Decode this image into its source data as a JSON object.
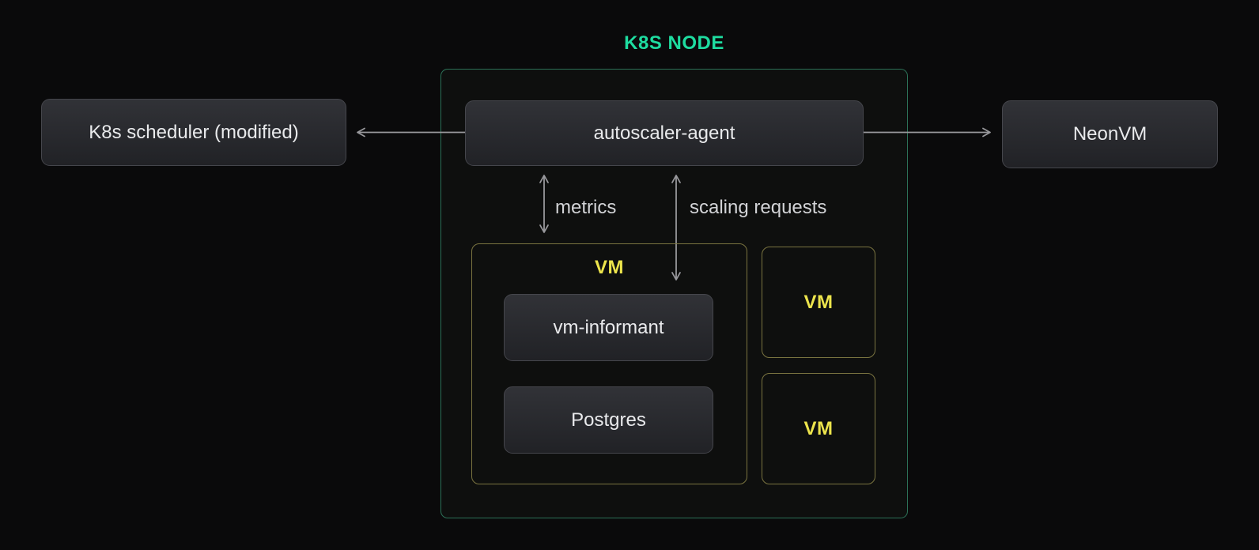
{
  "diagram": {
    "title": "K8S NODE",
    "nodes": {
      "scheduler": {
        "label": "K8s scheduler (modified)"
      },
      "autoscaler_agent": {
        "label": "autoscaler-agent"
      },
      "neonvm": {
        "label": "NeonVM"
      },
      "vm_main": {
        "label": "VM",
        "children": {
          "vm_informant": {
            "label": "vm-informant"
          },
          "postgres": {
            "label": "Postgres"
          }
        }
      },
      "vm_small_top": {
        "label": "VM"
      },
      "vm_small_bottom": {
        "label": "VM"
      }
    },
    "edges": [
      {
        "from": "autoscaler-agent",
        "to": "K8s scheduler (modified)",
        "style": "single-arrow-left",
        "label": ""
      },
      {
        "from": "autoscaler-agent",
        "to": "NeonVM",
        "style": "single-arrow-right",
        "label": ""
      },
      {
        "from": "autoscaler-agent",
        "to": "VM",
        "style": "double-arrow-vertical",
        "label": "metrics"
      },
      {
        "from": "autoscaler-agent",
        "to": "vm-informant",
        "style": "double-arrow-vertical",
        "label": "scaling requests"
      }
    ],
    "colors": {
      "background": "#0a0a0b",
      "title_green": "#1edca0",
      "container_border_green": "#2c7157",
      "vm_border_yellow": "#7a7440",
      "vm_label_yellow": "#ece44c",
      "node_box_top": "#313237",
      "node_box_bottom": "#212226",
      "node_box_border": "#45464c",
      "node_text": "#e9eaec",
      "arrow_gray": "#98989c",
      "arrow_label_gray": "#d2d3d6"
    }
  }
}
